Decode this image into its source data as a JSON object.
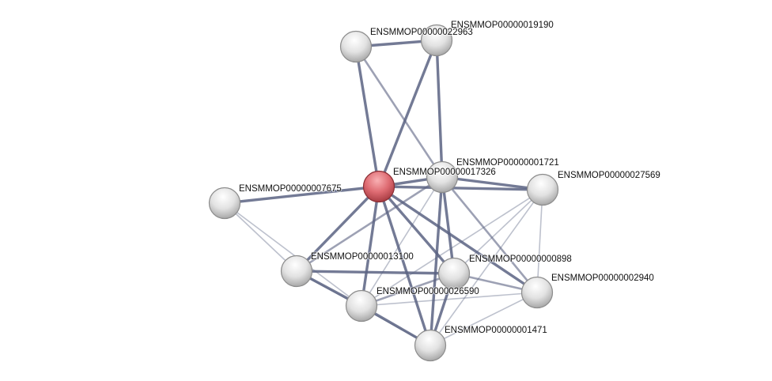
{
  "network": {
    "query_node": "C",
    "nodes": [
      {
        "id": "A",
        "label": "ENSMMOP00000022963"
      },
      {
        "id": "B",
        "label": "ENSMMOP00000019190"
      },
      {
        "id": "C",
        "label": "ENSMMOP00000017326"
      },
      {
        "id": "D",
        "label": "ENSMMOP00000001721"
      },
      {
        "id": "E",
        "label": "ENSMMOP00000027569"
      },
      {
        "id": "F",
        "label": "ENSMMOP00000007675"
      },
      {
        "id": "G",
        "label": "ENSMMOP00000013100"
      },
      {
        "id": "H",
        "label": "ENSMMOP00000000898"
      },
      {
        "id": "I",
        "label": "ENSMMOP00000002940"
      },
      {
        "id": "J",
        "label": "ENSMMOP00000026590"
      },
      {
        "id": "K",
        "label": "ENSMMOP00000001471"
      }
    ],
    "edges": [
      [
        "A",
        "B",
        "strong"
      ],
      [
        "A",
        "C",
        "strong"
      ],
      [
        "B",
        "C",
        "strong"
      ],
      [
        "B",
        "D",
        "strong"
      ],
      [
        "A",
        "D",
        "medium"
      ],
      [
        "C",
        "D",
        "strong"
      ],
      [
        "C",
        "E",
        "strong"
      ],
      [
        "D",
        "E",
        "strong"
      ],
      [
        "C",
        "F",
        "strong"
      ],
      [
        "C",
        "G",
        "strong"
      ],
      [
        "C",
        "J",
        "strong"
      ],
      [
        "C",
        "K",
        "strong"
      ],
      [
        "C",
        "H",
        "strong"
      ],
      [
        "C",
        "I",
        "strong"
      ],
      [
        "D",
        "K",
        "strong"
      ],
      [
        "D",
        "H",
        "strong"
      ],
      [
        "D",
        "I",
        "medium"
      ],
      [
        "D",
        "G",
        "medium"
      ],
      [
        "D",
        "J",
        "weak"
      ],
      [
        "G",
        "H",
        "strong"
      ],
      [
        "G",
        "J",
        "strong"
      ],
      [
        "J",
        "K",
        "strong"
      ],
      [
        "K",
        "H",
        "strong"
      ],
      [
        "J",
        "H",
        "medium"
      ],
      [
        "H",
        "I",
        "medium"
      ],
      [
        "F",
        "G",
        "weak"
      ],
      [
        "F",
        "J",
        "weak"
      ],
      [
        "G",
        "K",
        "weak"
      ],
      [
        "E",
        "J",
        "weak"
      ],
      [
        "E",
        "H",
        "weak"
      ],
      [
        "E",
        "K",
        "weak"
      ],
      [
        "E",
        "I",
        "weak"
      ],
      [
        "J",
        "I",
        "weak"
      ],
      [
        "K",
        "I",
        "weak"
      ]
    ],
    "colors": {
      "query": "#d9606a",
      "node": "#e6e6e6",
      "edge": "#5b6382"
    }
  }
}
